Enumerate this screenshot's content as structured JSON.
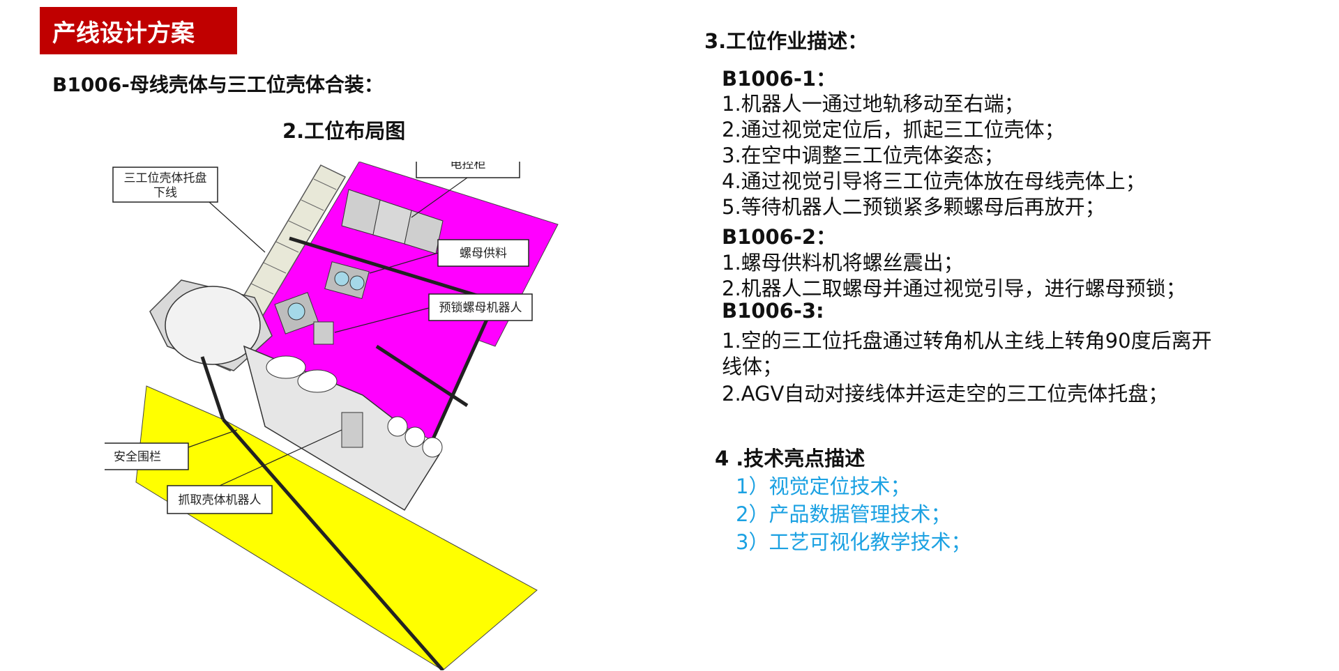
{
  "header": {
    "banner": "产线设计方案",
    "subtitle": "B1006-母线壳体与三工位壳体合装：",
    "layout_title": "2.工位布局图"
  },
  "diagram": {
    "labels": {
      "tray_off_line_1": "三工位壳体托盘",
      "tray_off_line_2": "下线",
      "control_cabinet": "电控柜",
      "nut_feed": "螺母供料",
      "pre_lock_robot": "预锁螺母机器人",
      "safety_fence": "安全围栏",
      "grab_robot": "抓取壳体机器人"
    },
    "colors": {
      "magenta": "#ff00ff",
      "yellow": "#ffff00",
      "banner_red": "#c00000",
      "tech_blue": "#1ba1e2"
    }
  },
  "description": {
    "heading": "3.工位作业描述：",
    "step1": {
      "title": "B1006-1：",
      "lines": [
        "1.机器人一通过地轨移动至右端；",
        "2.通过视觉定位后，抓起三工位壳体；",
        "3.在空中调整三工位壳体姿态；",
        "4.通过视觉引导将三工位壳体放在母线壳体上；",
        "5.等待机器人二预锁紧多颗螺母后再放开；"
      ]
    },
    "step2": {
      "title": "B1006-2：",
      "lines": [
        "1.螺母供料机将螺丝震出；",
        "2.机器人二取螺母并通过视觉引导，进行螺母预锁；"
      ]
    },
    "step3": {
      "title": "B1006-3:",
      "lines": [
        "1.空的三工位托盘通过转角机从主线上转角90度后离开",
        "线体；",
        "2.AGV自动对接线体并运走空的三工位壳体托盘；"
      ]
    }
  },
  "tech": {
    "heading": "4 .技术亮点描述",
    "items": [
      "1）视觉定位技术；",
      "2）产品数据管理技术；",
      "3）工艺可视化教学技术；"
    ]
  }
}
